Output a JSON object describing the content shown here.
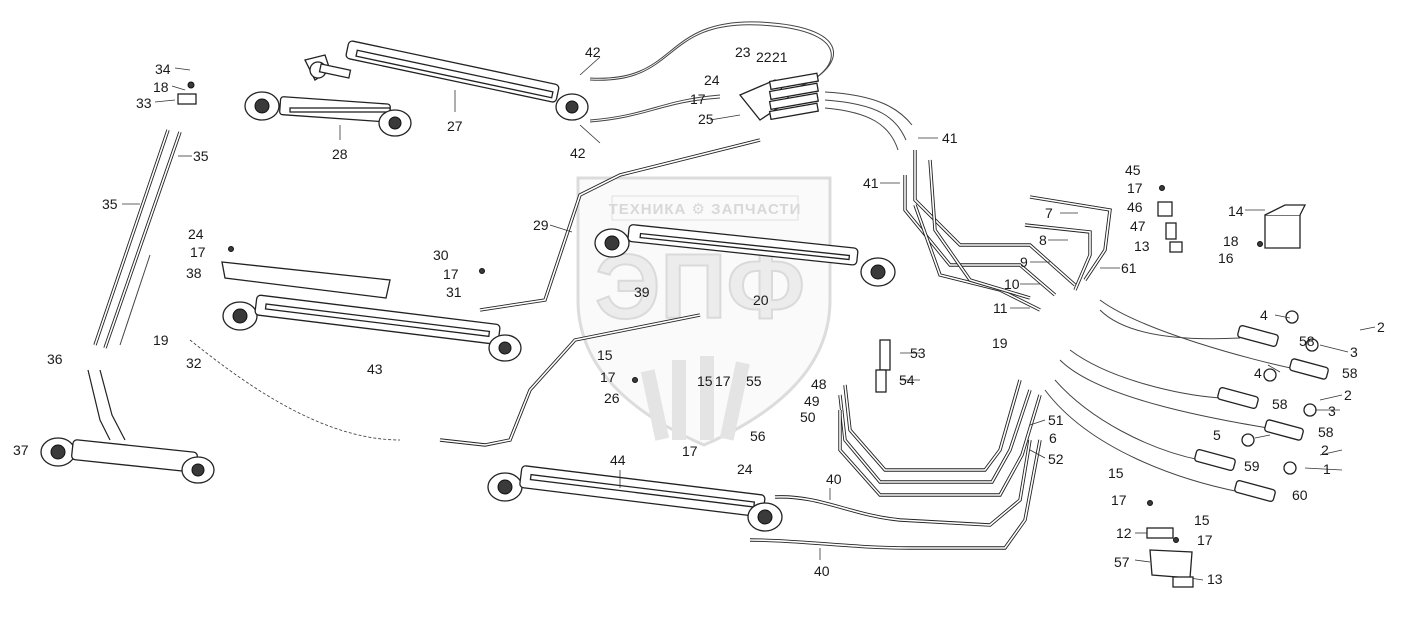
{
  "watermark": {
    "brand_text": "ТЕХНИКА  ⚙  ЗАПЧАСТИ",
    "letters": "ЭПФ"
  },
  "callouts": [
    {
      "id": "c34",
      "text": "34"
    },
    {
      "id": "c18a",
      "text": "18"
    },
    {
      "id": "c33",
      "text": "33"
    },
    {
      "id": "c35a",
      "text": "35"
    },
    {
      "id": "c35b",
      "text": "35"
    },
    {
      "id": "c27",
      "text": "27"
    },
    {
      "id": "c28",
      "text": "28"
    },
    {
      "id": "c42a",
      "text": "42"
    },
    {
      "id": "c42b",
      "text": "42"
    },
    {
      "id": "c23",
      "text": "23"
    },
    {
      "id": "c22",
      "text": "22"
    },
    {
      "id": "c21",
      "text": "21"
    },
    {
      "id": "c24a",
      "text": "24"
    },
    {
      "id": "c17a",
      "text": "17"
    },
    {
      "id": "c25",
      "text": "25"
    },
    {
      "id": "c41a",
      "text": "41"
    },
    {
      "id": "c41b",
      "text": "41"
    },
    {
      "id": "c45",
      "text": "45"
    },
    {
      "id": "c17b",
      "text": "17"
    },
    {
      "id": "c46",
      "text": "46"
    },
    {
      "id": "c47",
      "text": "47"
    },
    {
      "id": "c13a",
      "text": "13"
    },
    {
      "id": "c14",
      "text": "14"
    },
    {
      "id": "c18b",
      "text": "18"
    },
    {
      "id": "c16",
      "text": "16"
    },
    {
      "id": "c7",
      "text": "7"
    },
    {
      "id": "c8",
      "text": "8"
    },
    {
      "id": "c9",
      "text": "9"
    },
    {
      "id": "c10",
      "text": "10"
    },
    {
      "id": "c11",
      "text": "11"
    },
    {
      "id": "c61",
      "text": "61"
    },
    {
      "id": "c29",
      "text": "29"
    },
    {
      "id": "c24b",
      "text": "24"
    },
    {
      "id": "c17c",
      "text": "17"
    },
    {
      "id": "c38",
      "text": "38"
    },
    {
      "id": "c30",
      "text": "30"
    },
    {
      "id": "c17d",
      "text": "17"
    },
    {
      "id": "c31",
      "text": "31"
    },
    {
      "id": "c39",
      "text": "39"
    },
    {
      "id": "c20",
      "text": "20"
    },
    {
      "id": "c19a",
      "text": "19"
    },
    {
      "id": "c32",
      "text": "32"
    },
    {
      "id": "c43",
      "text": "43"
    },
    {
      "id": "c36",
      "text": "36"
    },
    {
      "id": "c37",
      "text": "37"
    },
    {
      "id": "c15a",
      "text": "15"
    },
    {
      "id": "c17e",
      "text": "17"
    },
    {
      "id": "c26",
      "text": "26"
    },
    {
      "id": "c15b",
      "text": "15"
    },
    {
      "id": "c17f",
      "text": "17"
    },
    {
      "id": "c55",
      "text": "55"
    },
    {
      "id": "c56",
      "text": "56"
    },
    {
      "id": "c17g",
      "text": "17"
    },
    {
      "id": "c24c",
      "text": "24"
    },
    {
      "id": "c53",
      "text": "53"
    },
    {
      "id": "c54",
      "text": "54"
    },
    {
      "id": "c48",
      "text": "48"
    },
    {
      "id": "c49",
      "text": "49"
    },
    {
      "id": "c50",
      "text": "50"
    },
    {
      "id": "c19b",
      "text": "19"
    },
    {
      "id": "c51",
      "text": "51"
    },
    {
      "id": "c6",
      "text": "6"
    },
    {
      "id": "c52",
      "text": "52"
    },
    {
      "id": "c4a",
      "text": "4"
    },
    {
      "id": "c2a",
      "text": "2"
    },
    {
      "id": "c58a",
      "text": "58"
    },
    {
      "id": "c3a",
      "text": "3"
    },
    {
      "id": "c58b",
      "text": "58"
    },
    {
      "id": "c4b",
      "text": "4"
    },
    {
      "id": "c2b",
      "text": "2"
    },
    {
      "id": "c58c",
      "text": "58"
    },
    {
      "id": "c3b",
      "text": "3"
    },
    {
      "id": "c58d",
      "text": "58"
    },
    {
      "id": "c5",
      "text": "5"
    },
    {
      "id": "c2c",
      "text": "2"
    },
    {
      "id": "c59",
      "text": "59"
    },
    {
      "id": "c1",
      "text": "1"
    },
    {
      "id": "c60",
      "text": "60"
    },
    {
      "id": "c44",
      "text": "44"
    },
    {
      "id": "c40a",
      "text": "40"
    },
    {
      "id": "c40b",
      "text": "40"
    },
    {
      "id": "c15c",
      "text": "15"
    },
    {
      "id": "c17h",
      "text": "17"
    },
    {
      "id": "c12",
      "text": "12"
    },
    {
      "id": "c15d",
      "text": "15"
    },
    {
      "id": "c17i",
      "text": "17"
    },
    {
      "id": "c57",
      "text": "57"
    },
    {
      "id": "c13b",
      "text": "13"
    }
  ]
}
